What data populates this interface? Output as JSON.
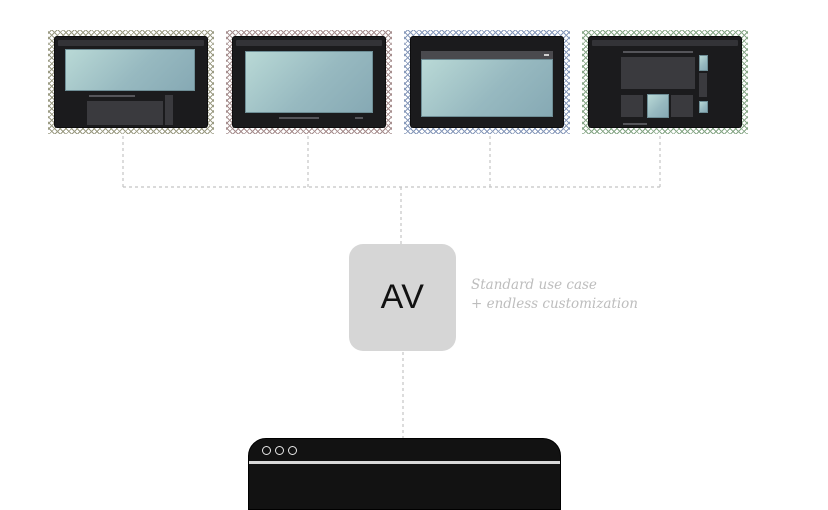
{
  "center": {
    "label": "AV"
  },
  "caption": {
    "line1": "Standard use case",
    "line2": "+ endless customization"
  },
  "thumbnails": [
    {
      "name": "layout-sidebar-bottom",
      "hatch_color": "#7a7a5a"
    },
    {
      "name": "layout-fullscreen",
      "hatch_color": "#8a6a6a"
    },
    {
      "name": "layout-modal-window",
      "hatch_color": "#5f77a3"
    },
    {
      "name": "layout-grid-panels",
      "hatch_color": "#5f8a5f"
    }
  ],
  "colors": {
    "connector": "#c4c4c4",
    "box": "#d6d6d6",
    "caption": "#bdbdbd",
    "window": "#121212"
  }
}
